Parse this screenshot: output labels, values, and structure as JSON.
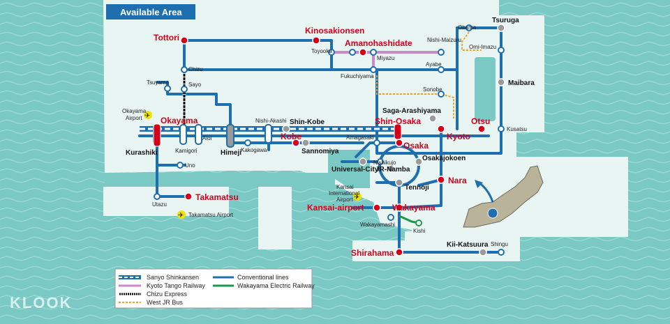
{
  "title": "Available Area",
  "watermark": "KLOOK",
  "colors": {
    "sea": "#7ac9c4",
    "land": "#e9f5f3",
    "conventional": "#1e6fb0",
    "shinkansen_fill": "#ffffff",
    "tango": "#c88ac7",
    "chizu": "#111111",
    "bus": "#f0a21e",
    "wakayama_electric": "#1a9a48",
    "major_station": "#d4001a",
    "title_bg": "#1e6fb0"
  },
  "stations": {
    "major": [
      "Tottori",
      "Kinosakionsen",
      "Amanohashidate",
      "Okayama",
      "Kobe",
      "Shin-Osaka",
      "Osaka",
      "Kyoto",
      "Otsu",
      "Nara",
      "Kansai-airport",
      "Wakayama",
      "Takamatsu",
      "Shirahama"
    ],
    "bold": [
      "Tsuruga",
      "Maibara",
      "Shin-Kobe",
      "Sannomiya",
      "Saga-Arashiyama",
      "Himeji",
      "Kurashiki",
      "Universal-City",
      "JR-Namba",
      "Osakajokoen",
      "Tennoji",
      "Kii-Katsuura"
    ],
    "minor": [
      "Chizu",
      "Sayo",
      "Tsuyama",
      "Kamigori",
      "Aioi",
      "Nishi-Akashi",
      "Kakogawa",
      "Uno",
      "Utazu",
      "Toyooka",
      "Miyazu",
      "Fukuchiyama",
      "Nishi-Maizuru",
      "Obama",
      "Omi-Imazu",
      "Ayabe",
      "Sonobe",
      "Kusatsu",
      "Amagasaki",
      "Nishikujo",
      "Kishi",
      "Wakayamashi",
      "Shingu"
    ]
  },
  "airports": [
    "Okayama Airport",
    "Kansai International Airport",
    "Takamatsu Airport"
  ],
  "legend": [
    {
      "label": "Sanyo Shinkansen",
      "style": "shinkansen"
    },
    {
      "label": "Conventional lines",
      "style": "conventional"
    },
    {
      "label": "Kyoto Tango Railway",
      "style": "tango"
    },
    {
      "label": "Wakayama Electric Railway",
      "style": "wakayama_electric"
    },
    {
      "label": "Chizu Express",
      "style": "chizu"
    },
    {
      "label": "West JR Bus",
      "style": "bus"
    }
  ]
}
